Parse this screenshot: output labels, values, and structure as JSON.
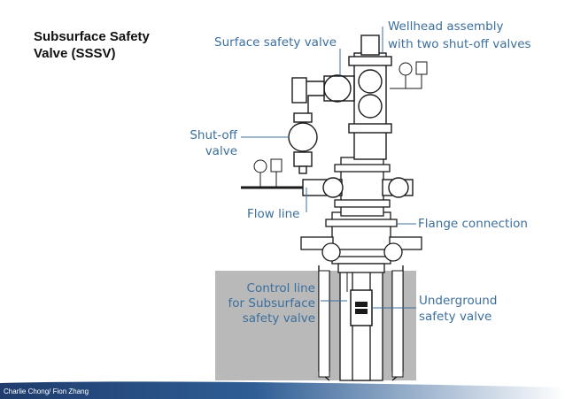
{
  "slide": {
    "title": "Subsurface Safety Valve (SSSV)",
    "footer": "Charlie Chong/ Fion Zhang"
  },
  "labels": {
    "surface_safety_valve": "Surface safety valve",
    "wellhead_line1": "Wellhead assembly",
    "wellhead_line2": "with two shut-off valves",
    "shutoff_line1": "Shut-off",
    "shutoff_line2": "valve",
    "flow_line": "Flow line",
    "flange_connection": "Flange connection",
    "control_line1": "Control line",
    "control_line2": "for Subsurface",
    "control_line3": "safety valve",
    "underground_line1": "Underground",
    "underground_line2": "safety valve"
  },
  "colors": {
    "label_text": "#3b6f9e",
    "leader_line": "#3b6f9e",
    "ground": "#b8b8b8",
    "equipment_stroke": "#1a1a1a",
    "footer_band": "#1f3c6d"
  }
}
